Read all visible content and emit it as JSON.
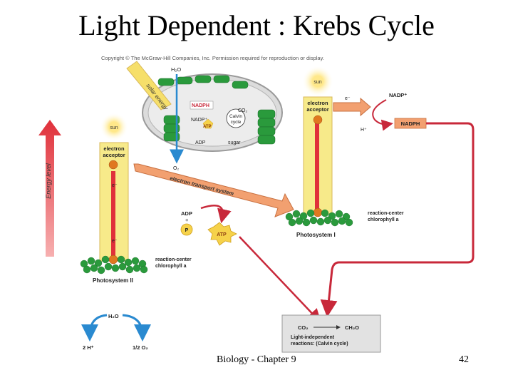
{
  "slide": {
    "title": "Light Dependent : Krebs Cycle",
    "footer_center": "Biology - Chapter 9",
    "page_number": "42"
  },
  "figure": {
    "copyright": "Copyright © The McGraw-Hill Companies, Inc. Permission required for reproduction or display.",
    "energy_level": "Energy level",
    "solar_energy": "solar energy",
    "chloroplast": {
      "h2o": "H₂O",
      "nadph": "NADPH",
      "nadp": "NADP⁺",
      "co2": "CO₂",
      "atp": "ATP",
      "calvin": [
        "Calvin",
        "cycle"
      ],
      "adp": "ADP",
      "sugar": "sugar",
      "o2": "O₂"
    },
    "sun": "sun",
    "electron": "e⁻",
    "electron_acceptor": [
      "electron",
      "acceptor"
    ],
    "electron_transport": "electron transport system",
    "adp_plus": [
      "ADP",
      "+"
    ],
    "p": "P",
    "atp": "ATP",
    "reaction_center": [
      "reaction-center",
      "chlorophyll a"
    ],
    "photosystem_2": "Photosystem II",
    "photosystem_1": "Photosystem I",
    "nadp_plus": "NADP⁺",
    "h_plus": "H⁺",
    "nadph": "NADPH",
    "water": {
      "h2o": "H₂O",
      "two_h": "2 H⁺",
      "half_o2": "1/2 O₂"
    },
    "calvin_box": {
      "co2": "CO₂",
      "ch2o": "CH₂O",
      "label": [
        "Light-independent",
        "reactions: (Calvin cycle)"
      ]
    }
  },
  "colors": {
    "column_fill": "#f7ea8a",
    "column_border": "#d8b85a",
    "arrow_salmon": "#f2a070",
    "arrow_red": "#c8283a",
    "chlorophyll_green": "#2a9a3c",
    "energy_arrow": "#e0303a",
    "water_blue": "#2a8ad0",
    "calvin_box_fill": "#e2e2e2"
  }
}
